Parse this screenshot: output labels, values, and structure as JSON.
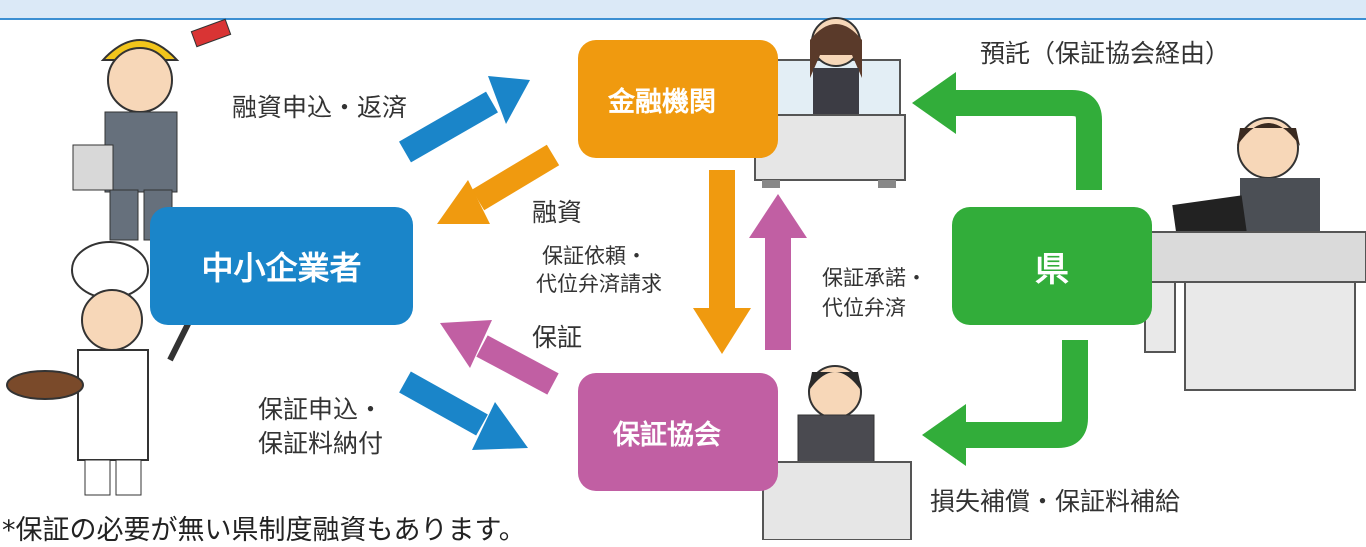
{
  "nodes": {
    "sme": "中小企業者",
    "bank": "金融機関",
    "guarantee": "保証協会",
    "prefecture": "県"
  },
  "labels": {
    "loan_apply_repay": "融資申込・返済",
    "loan": "融資",
    "guarantee_request": "保証依頼・",
    "subrogation_request": "代位弁済請求",
    "guarantee": "保証",
    "guarantee_apply": "保証申込・",
    "guarantee_fee_pay": "保証料納付",
    "guarantee_accept": "保証承諾・",
    "subrogation": "代位弁済",
    "deposit": "預託（保証協会経由）",
    "loss_compensation": "損失補償・保証料補給"
  },
  "note": "*保証の必要が無い県制度融資もあります。",
  "colors": {
    "blue": "#1a85c9",
    "orange": "#f09a0f",
    "magenta": "#c15fa3",
    "green": "#32ad3a"
  }
}
